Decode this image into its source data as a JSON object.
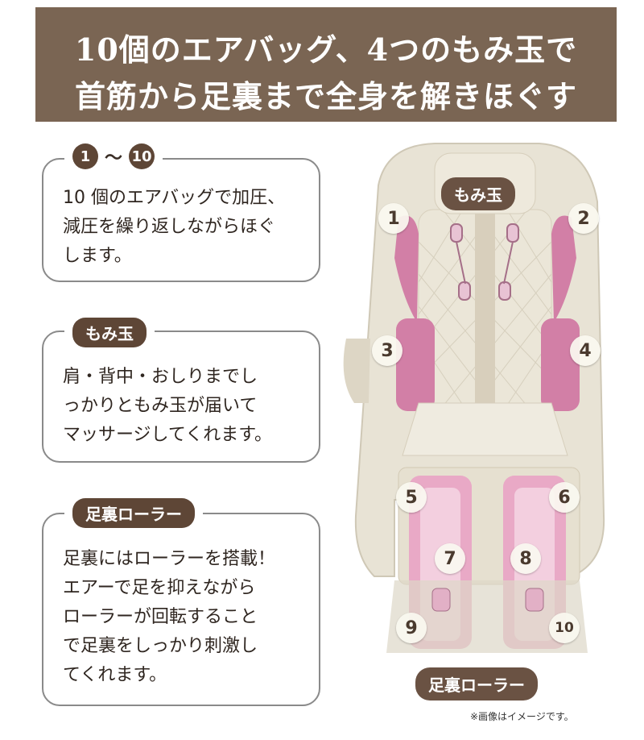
{
  "header": {
    "line1": "10個のエアバッグ、4つのもみ玉で",
    "line2": "首筋から足裏まで全身を解きほぐす"
  },
  "boxes": [
    {
      "tag_start": "1",
      "tag_sep": "〜",
      "tag_end": "10",
      "lines": [
        "10 個のエアバッグで加圧、",
        "減圧を繰り返しながらほぐ",
        "します。"
      ]
    },
    {
      "tag": "もみ玉",
      "lines": [
        "肩・背中・おしりまでし",
        "っかりともみ玉が届いて",
        "マッサージしてくれます。"
      ]
    },
    {
      "tag": "足裏ローラー",
      "lines": [
        "足裏にはローラーを搭載！",
        "エアーで足を抑えながら",
        "ローラーが回転すること",
        "で足裏をしっかり刺激し",
        "てくれます。"
      ]
    }
  ],
  "chair": {
    "label_top": "もみ玉",
    "label_bottom": "足裏ローラー",
    "numbers": [
      "1",
      "2",
      "3",
      "4",
      "5",
      "6",
      "7",
      "8",
      "9",
      "10"
    ]
  },
  "footnote": "※画像はイメージです。",
  "colors": {
    "header_bg": "#7a6553",
    "tag_bg": "#5e4636",
    "pink": "#d27fa6",
    "chair_cream": "#e6e1d2"
  }
}
